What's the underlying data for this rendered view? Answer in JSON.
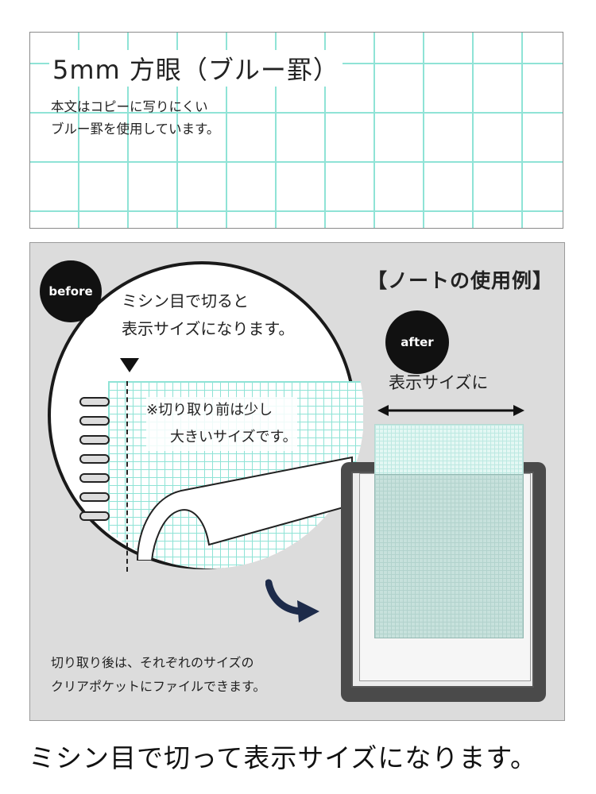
{
  "grid_sample": {
    "title": "5mm 方眼（ブルー罫）",
    "desc_line1": "本文はコピーに写りにくい",
    "desc_line2": "ブルー罫を使用しています。"
  },
  "illustration": {
    "usage_title": "【ノートの使用例】",
    "before_badge": "before",
    "after_badge": "after",
    "perforation_line1": "ミシン目で切ると",
    "perforation_line2": "表示サイズになります。",
    "note_line1": "※切り取り前は少し",
    "note_line2": "大きいサイズです。",
    "after_label": "表示サイズに",
    "file_line1": "切り取り後は、それぞれのサイズの",
    "file_line2": "クリアポケットにファイルできます。"
  },
  "caption": "ミシン目で切って表示サイズになります。",
  "colors": {
    "grid_line": "#8fe3d6",
    "panel_bg": "#dcdcdc",
    "badge": "#111111"
  }
}
